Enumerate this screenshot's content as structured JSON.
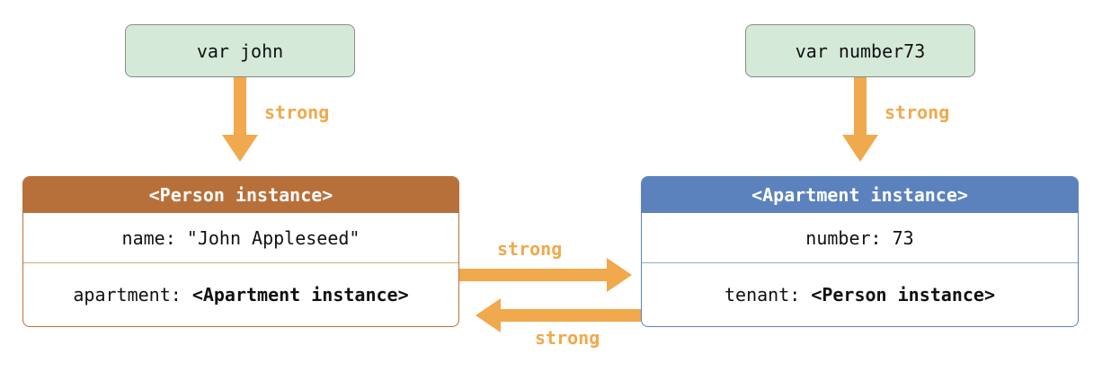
{
  "variables": {
    "john": "var john",
    "number73": "var number73"
  },
  "person_instance": {
    "header": "<Person instance>",
    "name_label": "name: ",
    "name_value": "\"John Appleseed\"",
    "apartment_label": "apartment: ",
    "apartment_value": "<Apartment instance>"
  },
  "apartment_instance": {
    "header": "<Apartment instance>",
    "number_label": "number: ",
    "number_value": "73",
    "tenant_label": "tenant: ",
    "tenant_value": "<Person instance>"
  },
  "references": {
    "john_to_person": "strong",
    "number73_to_apartment": "strong",
    "person_to_apartment": "strong",
    "apartment_to_person": "strong"
  },
  "colors": {
    "arrow": "#f0a94c",
    "variable_fill": "#d4e9d8",
    "person_header": "#b8703a",
    "apartment_header": "#5b82bd"
  }
}
